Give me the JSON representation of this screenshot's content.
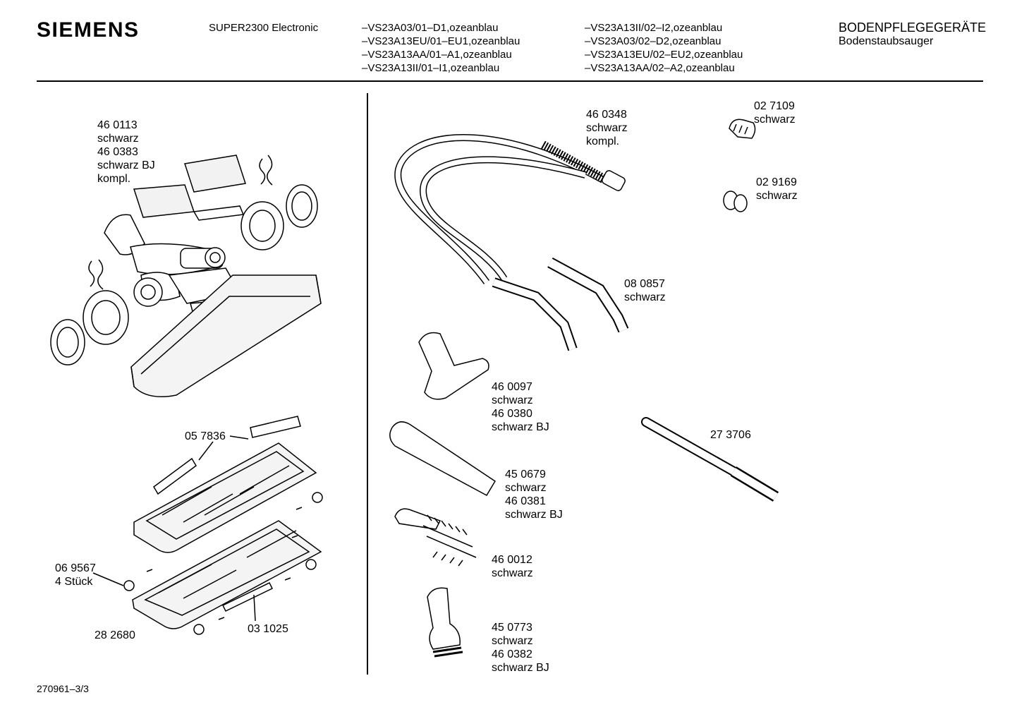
{
  "header": {
    "brand": "SIEMENS",
    "model": "SUPER2300 Electronic",
    "variants_col1": [
      "–VS23A03/01–D1,ozeanblau",
      "–VS23A13EU/01–EU1,ozeanblau",
      "–VS23A13AA/01–A1,ozeanblau",
      "–VS23A13II/01–I1,ozeanblau"
    ],
    "variants_col2": [
      "–VS23A13II/02–I2,ozeanblau",
      "–VS23A03/02–D2,ozeanblau",
      "–VS23A13EU/02–EU2,ozeanblau",
      "–VS23A13AA/02–A2,ozeanblau"
    ],
    "category": "BODENPFLEGEGERÄTE",
    "subcategory": "Bodenstaubsauger"
  },
  "parts": {
    "floor_nozzle": [
      "46 0113",
      "schwarz",
      "46 0383",
      "schwarz BJ",
      "kompl."
    ],
    "strip_057836": [
      "05 7836"
    ],
    "wheel_069567": [
      "06 9567",
      "4 Stück"
    ],
    "base_282680": [
      "28 2680"
    ],
    "strip_031025": [
      "03 1025"
    ],
    "hose": [
      "46 0348",
      "schwarz",
      "kompl."
    ],
    "clip_027109": [
      "02 7109",
      "schwarz"
    ],
    "cap_029169": [
      "02 9169",
      "schwarz"
    ],
    "handle_080857": [
      "08 0857",
      "schwarz"
    ],
    "upholstery_tool": [
      "46 0097",
      "schwarz",
      "46 0380",
      "schwarz BJ"
    ],
    "tube_273706": [
      "27 3706"
    ],
    "crevice_tool": [
      "45 0679",
      "schwarz",
      "46 0381",
      "schwarz BJ"
    ],
    "brush_strip": [
      "46 0012",
      "schwarz"
    ],
    "dusting_brush": [
      "45 0773",
      "schwarz",
      "46 0382",
      "schwarz BJ"
    ]
  },
  "footer": "270961–3/3"
}
